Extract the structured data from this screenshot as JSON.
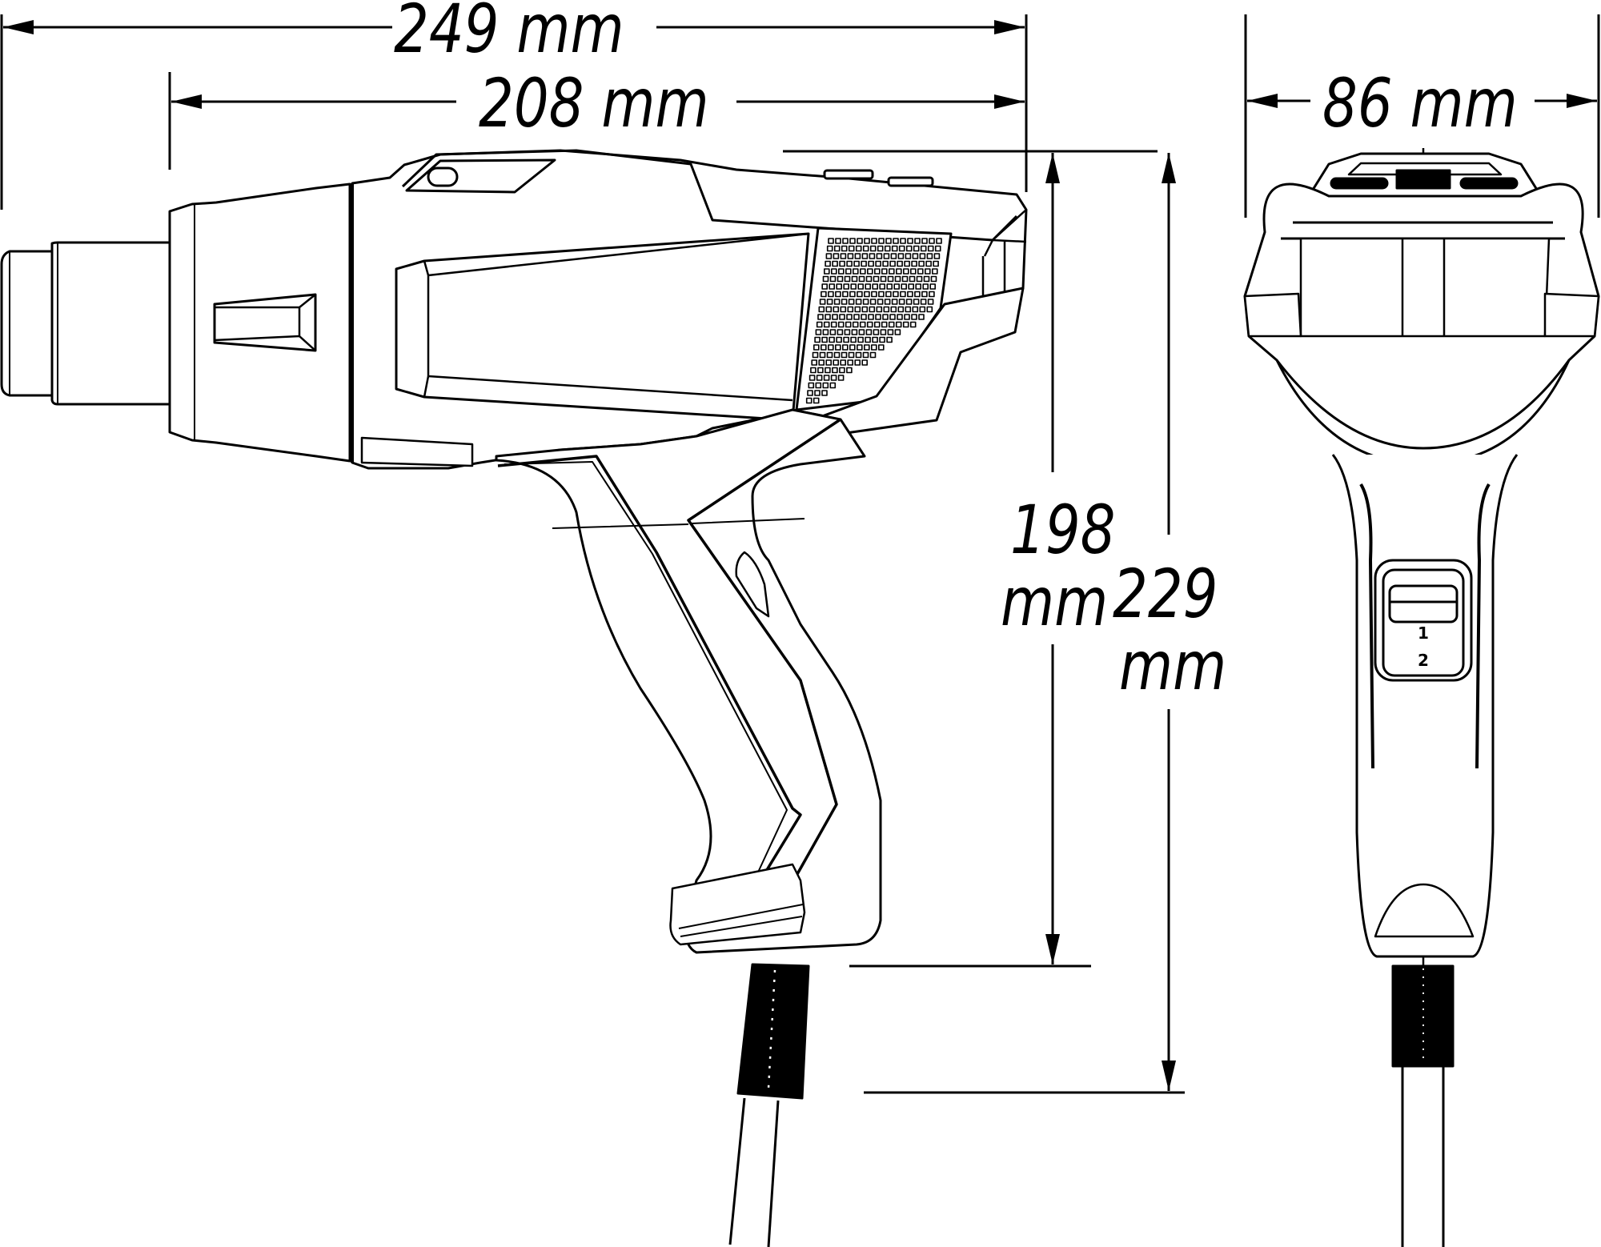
{
  "drawing": {
    "subject": "heat gun",
    "views": [
      "side-view",
      "front-view"
    ],
    "line_color": "#000000",
    "background": "#ffffff"
  },
  "dimensions": {
    "overall_length": {
      "value": "249",
      "unit": "mm",
      "label": "249 mm"
    },
    "body_length": {
      "value": "208",
      "unit": "mm",
      "label": "208 mm"
    },
    "width": {
      "value": "86",
      "unit": "mm",
      "label": "86 mm"
    },
    "body_height": {
      "value": "198",
      "unit": "mm",
      "label_line1": "198",
      "label_line2": "mm"
    },
    "overall_height": {
      "value": "229",
      "unit": "mm",
      "label_line1": "229",
      "label_line2": "mm"
    }
  },
  "switch": {
    "positions": [
      "1",
      "2"
    ]
  }
}
